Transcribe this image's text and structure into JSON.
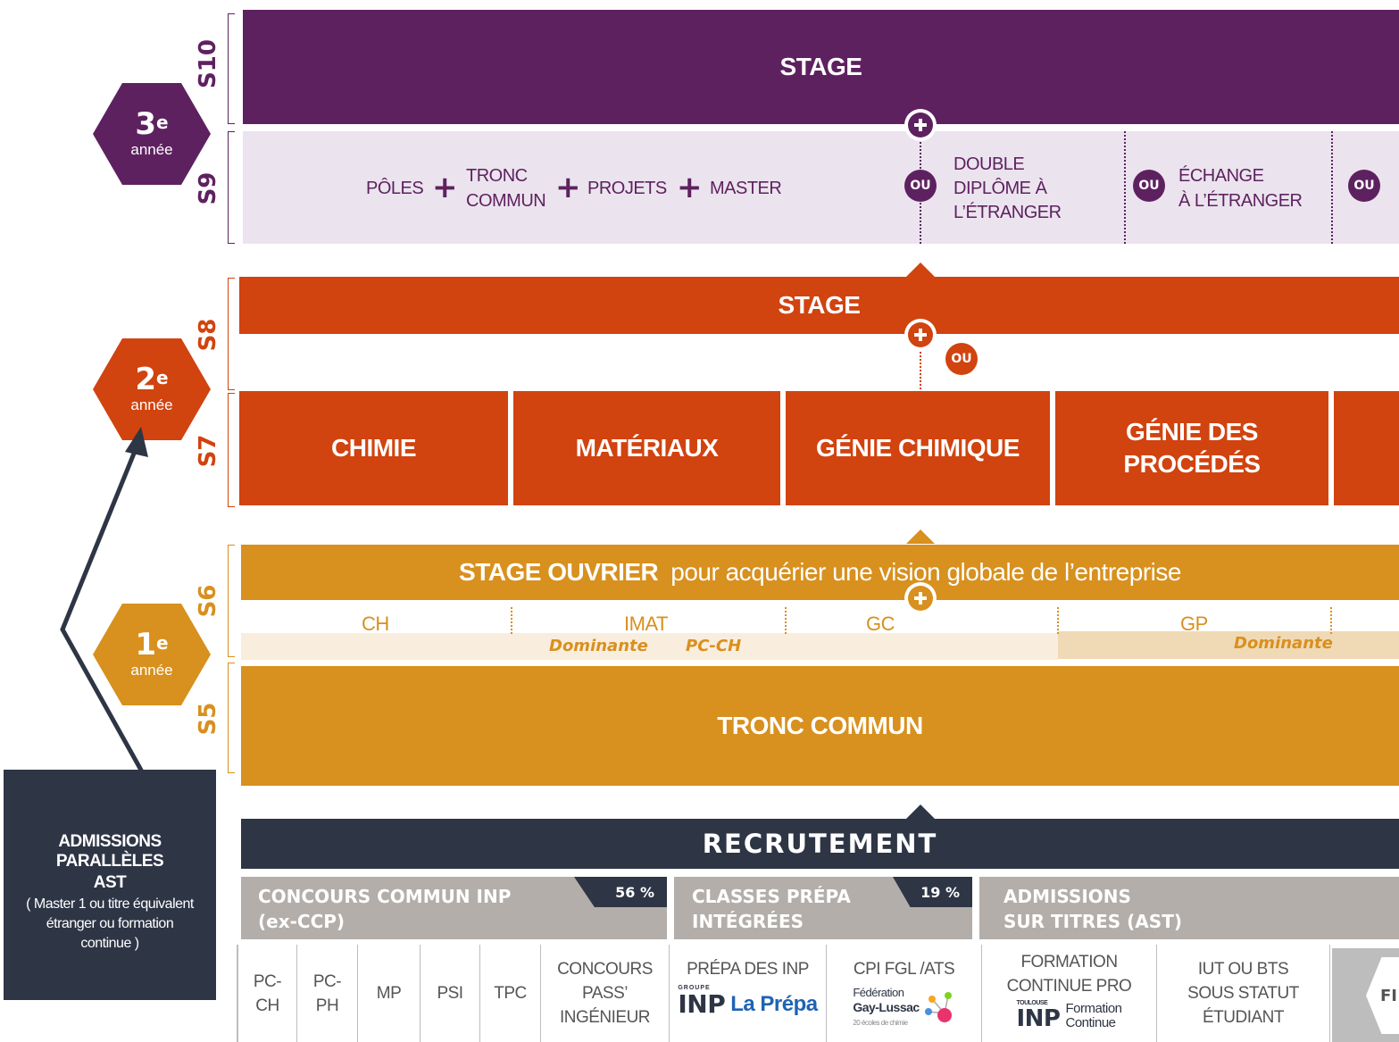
{
  "semesters": {
    "s10": "S10",
    "s9": "S9",
    "s8": "S8",
    "s7": "S7",
    "s6": "S6",
    "s5": "S5"
  },
  "years": [
    {
      "num": "3",
      "sup": "e",
      "label": "année"
    },
    {
      "num": "2",
      "sup": "e",
      "label": "année"
    },
    {
      "num": "1",
      "sup": "e",
      "label": "année"
    }
  ],
  "s10": {
    "title": "STAGE"
  },
  "s9": {
    "poles": "PÔLES",
    "tronc_line1": "TRONC",
    "tronc_line2": "COMMUN",
    "projets": "PROJETS",
    "master": "MASTER",
    "plus": "+",
    "ou": "OU",
    "double_line1": "DOUBLE",
    "double_line2": "DIPLÔME À",
    "double_line3": "L’ÉTRANGER",
    "echange_line1": "ÉCHANGE",
    "echange_line2": "À L’ÉTRANGER"
  },
  "s8": {
    "title": "STAGE",
    "ou": "OU"
  },
  "s7": {
    "chimie": "CHIMIE",
    "materiaux": "MATÉRIAUX",
    "genie_chimique": "GÉNIE CHIMIQUE",
    "genie_procedes_1": "GÉNIE DES",
    "genie_procedes_2": "PROCÉDÉS"
  },
  "s6": {
    "title_bold": "STAGE OUVRIER",
    "title_rest": "pour acquérier une vision globale de l’entreprise",
    "ch": "CH",
    "imat": "IMAT",
    "gc": "GC",
    "gp": "GP",
    "dominante_1": "Dominante",
    "pc_ch": "PC-CH",
    "dominante_2": "Dominante"
  },
  "s5": {
    "title": "TRONC COMMUN"
  },
  "recrutement": {
    "title": "RECRUTEMENT",
    "concours_1": "CONCOURS COMMUN INP",
    "concours_2": "(ex-CCP)",
    "concours_pct": "56 %",
    "prepa_1": "CLASSES PRÉPA",
    "prepa_2": "INTÉGRÉES",
    "prepa_pct": "19 %",
    "ast_1": "ADMISSIONS",
    "ast_2": "SUR TITRES (AST)",
    "cells": {
      "pcch_1": "PC-",
      "pcch_2": "CH",
      "pcph_1": "PC-",
      "pcph_2": "PH",
      "mp": "MP",
      "psi": "PSI",
      "tpc": "TPC",
      "pass_1": "CONCOURS",
      "pass_2": "PASS’",
      "pass_3": "INGÉNIEUR",
      "prepa_inp": "PRÉPA DES INP",
      "cpi": "CPI FGL /ATS",
      "fc_1": "FORMATION",
      "fc_2": "CONTINUE PRO",
      "iut_1": "IUT OU BTS",
      "iut_2": "SOUS STATUT",
      "iut_3": "ÉTUDIANT",
      "fi": "FI"
    },
    "logo_inp_groupe": "GROUPE",
    "logo_inp": "INP",
    "logo_laprepa": "La Prépa",
    "logo_fed_1": "Fédération",
    "logo_fed_2": "Gay-Lussac",
    "logo_fed_3": "20 écoles de chimie",
    "logo_toulouse": "TOULOUSE",
    "logo_fc_1": "Formation",
    "logo_fc_2": "Continue"
  },
  "admissions": {
    "title_1": "ADMISSIONS PARALLÈLES",
    "title_2": "AST",
    "desc": "( Master 1 ou titre équivalent étranger ou formation continue )"
  },
  "colors": {
    "purple": "#5e2160",
    "lilac": "#ebe4ee",
    "orange": "#d1430f",
    "gold": "#d8901e",
    "navy": "#2e3545",
    "grey": "#b3aeaa"
  }
}
